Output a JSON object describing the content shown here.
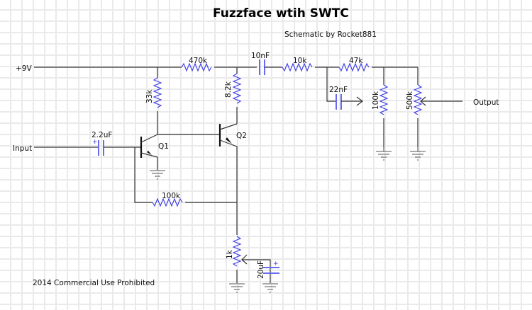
{
  "title": "Fuzzface wtih SWTC",
  "credit": "Schematic by Rocket881",
  "footer": "2014 Commercial Use Prohibited",
  "nets": {
    "supply": "+9V",
    "input": "Input",
    "output": "Output"
  },
  "components": {
    "r_470k": "470k",
    "r_33k": "33k",
    "r_8k2": "8.2k",
    "c_10nF": "10nF",
    "r_10k": "10k",
    "r_47k": "47k",
    "c_22nF": "22nF",
    "pot_100k": "100k",
    "pot_500k": "500k",
    "c_2u2": "2.2uF",
    "q1": "Q1",
    "q2": "Q2",
    "r_100k_fb": "100k",
    "pot_1k": "1k",
    "c_20uF": "20uF"
  },
  "colors": {
    "wire": "#333333",
    "component": "#3a3ae8",
    "grid": "#eaeaea"
  }
}
